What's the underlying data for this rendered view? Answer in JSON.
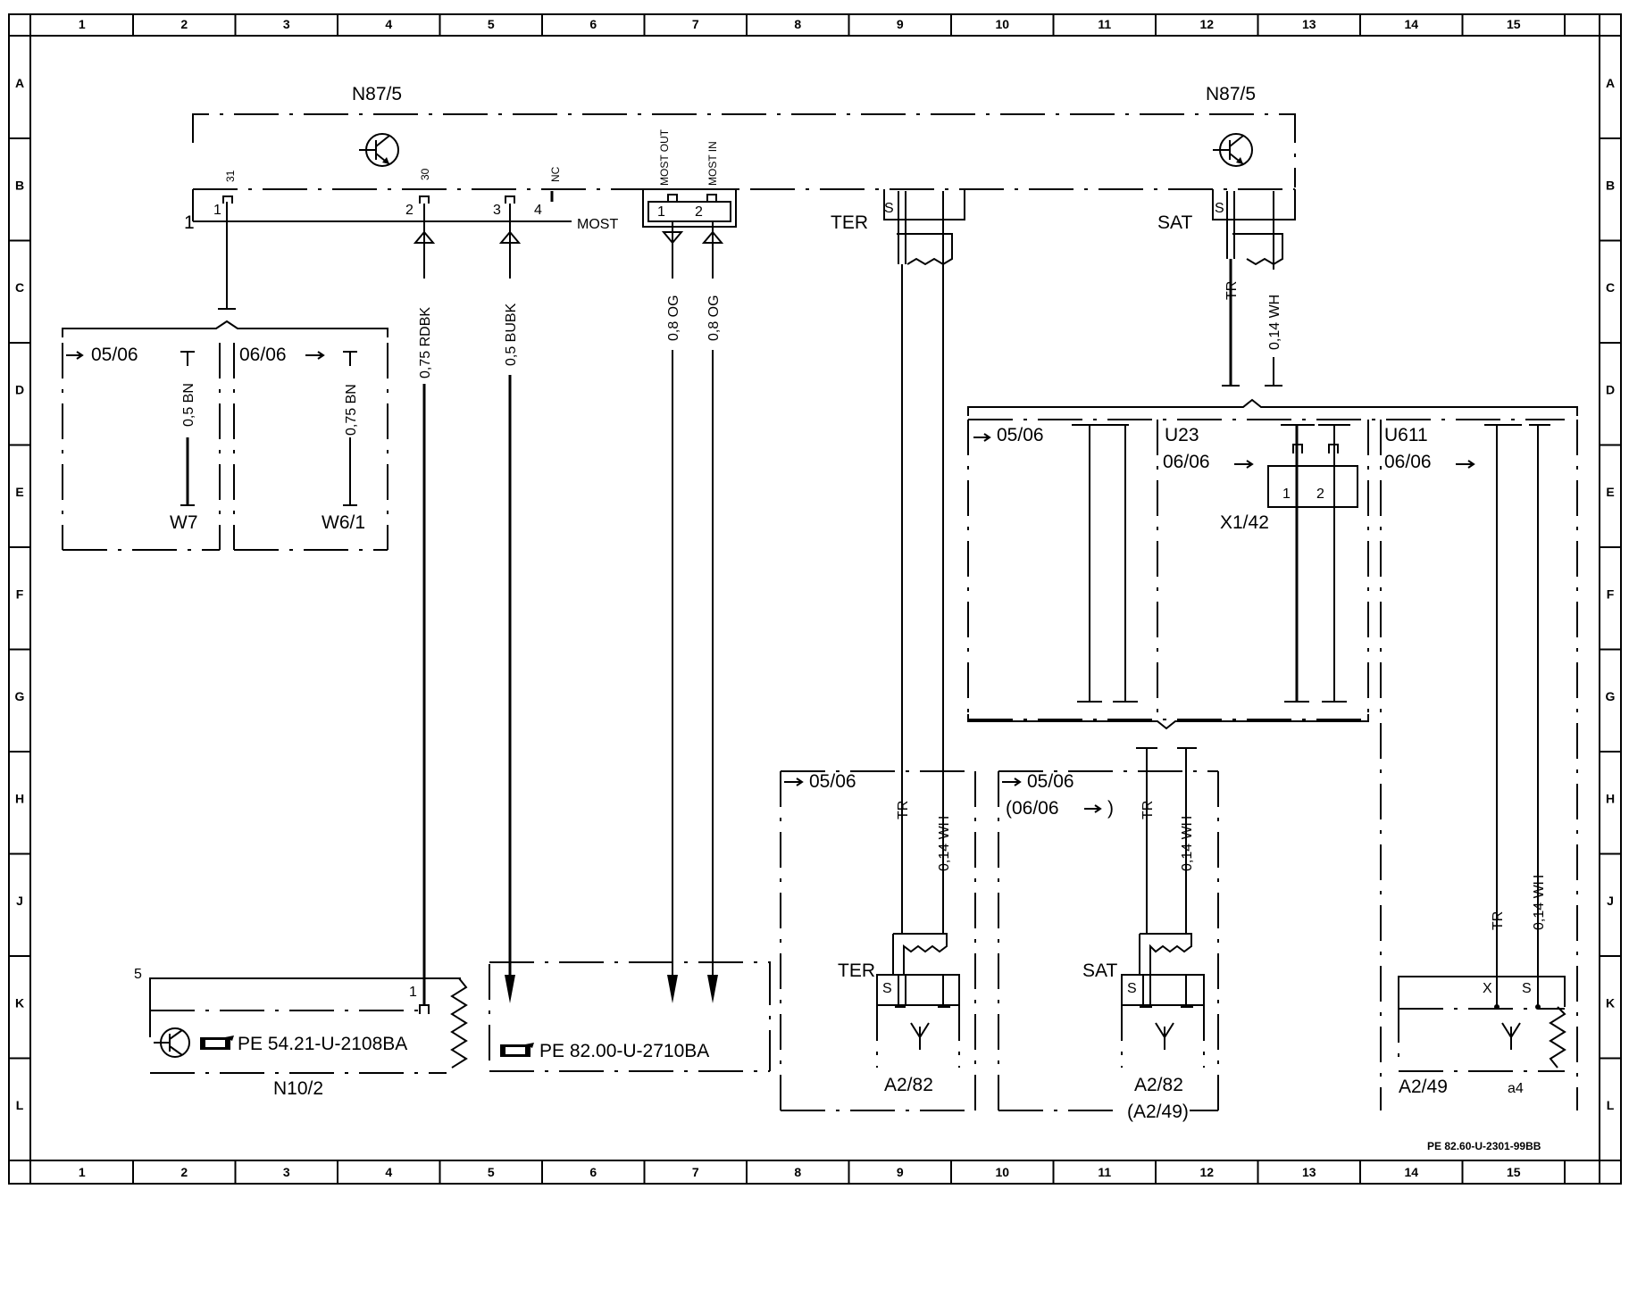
{
  "grid": {
    "columns": [
      "1",
      "2",
      "3",
      "4",
      "5",
      "6",
      "7",
      "8",
      "9",
      "10",
      "11",
      "12",
      "13",
      "14",
      "15"
    ],
    "rows": [
      "A",
      "B",
      "C",
      "D",
      "E",
      "F",
      "G",
      "H",
      "J",
      "K",
      "L"
    ]
  },
  "components": {
    "n87_left": "N87/5",
    "n87_right": "N87/5",
    "pin_31": "31",
    "pin_30": "30",
    "pin_nc": "NC",
    "pin_most_out": "MOST OUT",
    "pin_most_in": "MOST IN",
    "p1": "1",
    "p2": "2",
    "p3": "3",
    "p4": "4",
    "conn_1": "1",
    "most": "MOST",
    "mp1": "1",
    "mp2": "2",
    "ter": "TER",
    "sat": "SAT",
    "s1": "S",
    "s2": "S",
    "w7": "W7",
    "w61": "W6/1",
    "v0506_left": "05/06",
    "v0606_left": "06/06",
    "v0506_mid": "05/06",
    "u23": "U23",
    "v0606_u23": "06/06",
    "u611": "U611",
    "v0606_u611": "06/06",
    "x142": "X1/42",
    "x1": "1",
    "x2": "2",
    "n102_num": "5",
    "n102_ref": "PE 54.21-U-2108BA",
    "n102": "N10/2",
    "k1": "1",
    "pe8200": "PE 82.00-U-2710BA",
    "ter_bottom": "TER",
    "sat_bottom": "SAT",
    "s3": "S",
    "s4": "S",
    "v0506_h1": "05/06",
    "v0506_h2": "05/06",
    "v0606_h2": "(06/06",
    "paren_close": ")",
    "a282_1": "A2/82",
    "a282_2": "A2/82",
    "a249_paren": "(A2/49)",
    "a249": "A2/49",
    "a4": "a4",
    "x_pin": "X",
    "s5": "S",
    "footer_ref": "PE 82.60-U-2301-99BB"
  },
  "wires": {
    "w_bn05": "0,5 BN",
    "w_bn075": "0,75 BN",
    "w_rdbk": "0,75 RDBK",
    "w_bubk": "0,5 BUBK",
    "w_og1": "0,8 OG",
    "w_og2": "0,8 OG",
    "w_tr_top": "TR",
    "w_wh_top": "0,14 WH",
    "w_tr_h1": "TR",
    "w_wh_h1": "0,14 WH",
    "w_tr_h2": "TR",
    "w_wh_h2": "0,14 WH",
    "w_tr_r": "TR",
    "w_wh_r": "0,14 WH"
  }
}
